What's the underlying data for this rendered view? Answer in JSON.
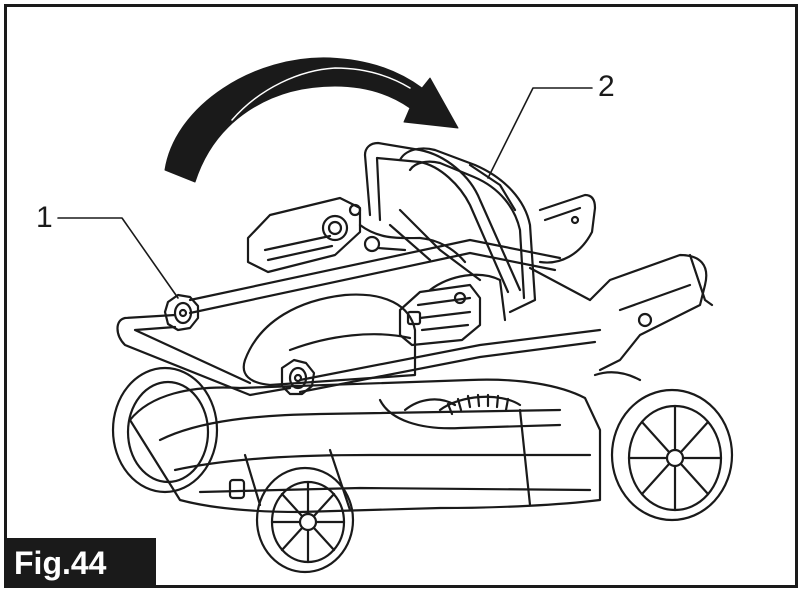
{
  "figure": {
    "label": "Fig.44",
    "callouts": [
      {
        "number": "1",
        "target": "handle-lock-knob"
      },
      {
        "number": "2",
        "target": "folded-upper-handle"
      }
    ],
    "rotation_direction": "forward-over",
    "line_color": "#1a1a1a"
  }
}
